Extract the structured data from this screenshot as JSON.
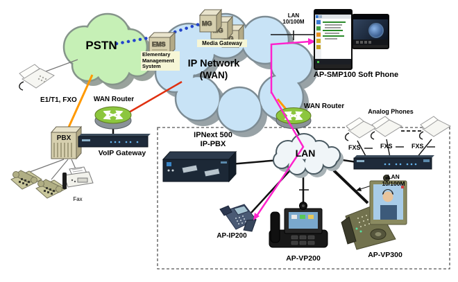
{
  "clouds": {
    "pstn": "PSTN",
    "wan_line1": "IP Network",
    "wan_line2": "(WAN)",
    "lan": "LAN"
  },
  "labels": {
    "ems": "EMS",
    "ems_caption": "Elementary Management System",
    "mg": [
      "MG",
      "MG",
      "MG"
    ],
    "media_gateway": "Media Gateway",
    "lan_top_line1": "LAN",
    "lan_top_line2": "10/100M",
    "ap_smp100": "AP-SMP100 Soft Phone",
    "e1t1_fxo": "E1/T1, FXO",
    "wan_router_left": "WAN Router",
    "wan_router_right": "WAN Router",
    "pbx": "PBX",
    "voip_gateway": "VoIP Gateway",
    "fax": "Fax",
    "ipnext_line1": "IPNext 500",
    "ipnext_line2": "IP-PBX",
    "analog_phones": "Analog Phones",
    "fxs": [
      "FXS",
      "FXS",
      "FXS"
    ],
    "lan_right_line1": "LAN",
    "lan_right_line2": "10/100M",
    "ap_ip200": "AP-IP200",
    "ap_vp200": "AP-VP200",
    "ap_vp300": "AP-VP300"
  },
  "colors": {
    "pstn_cloud": "#c6f0b6",
    "wan_cloud": "#c8e3f6",
    "lan_cloud": "#f0f5f8",
    "caption_bg": "#f6f6d6",
    "orange_link": "#ff9900",
    "red_link": "#e03010",
    "magenta_link": "#ff22cc",
    "dotted_blue": "#2244cc",
    "device_navy": "#1e2a3a",
    "box_tan": "#d6cfae",
    "router_green": "#8cc63e"
  }
}
